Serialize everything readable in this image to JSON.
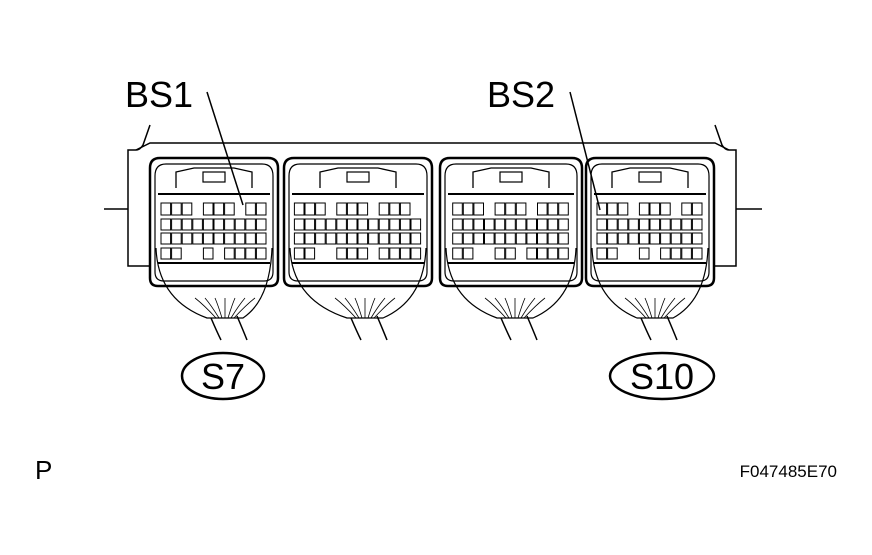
{
  "diagram": {
    "callouts": [
      {
        "id": "bs1",
        "text": "BS1"
      },
      {
        "id": "bs2",
        "text": "BS2"
      }
    ],
    "connector_ids": [
      {
        "id": "s7",
        "text": "S7"
      },
      {
        "id": "s10",
        "text": "S10"
      }
    ],
    "view_letter": "P",
    "figure_code": "F047485E70"
  }
}
